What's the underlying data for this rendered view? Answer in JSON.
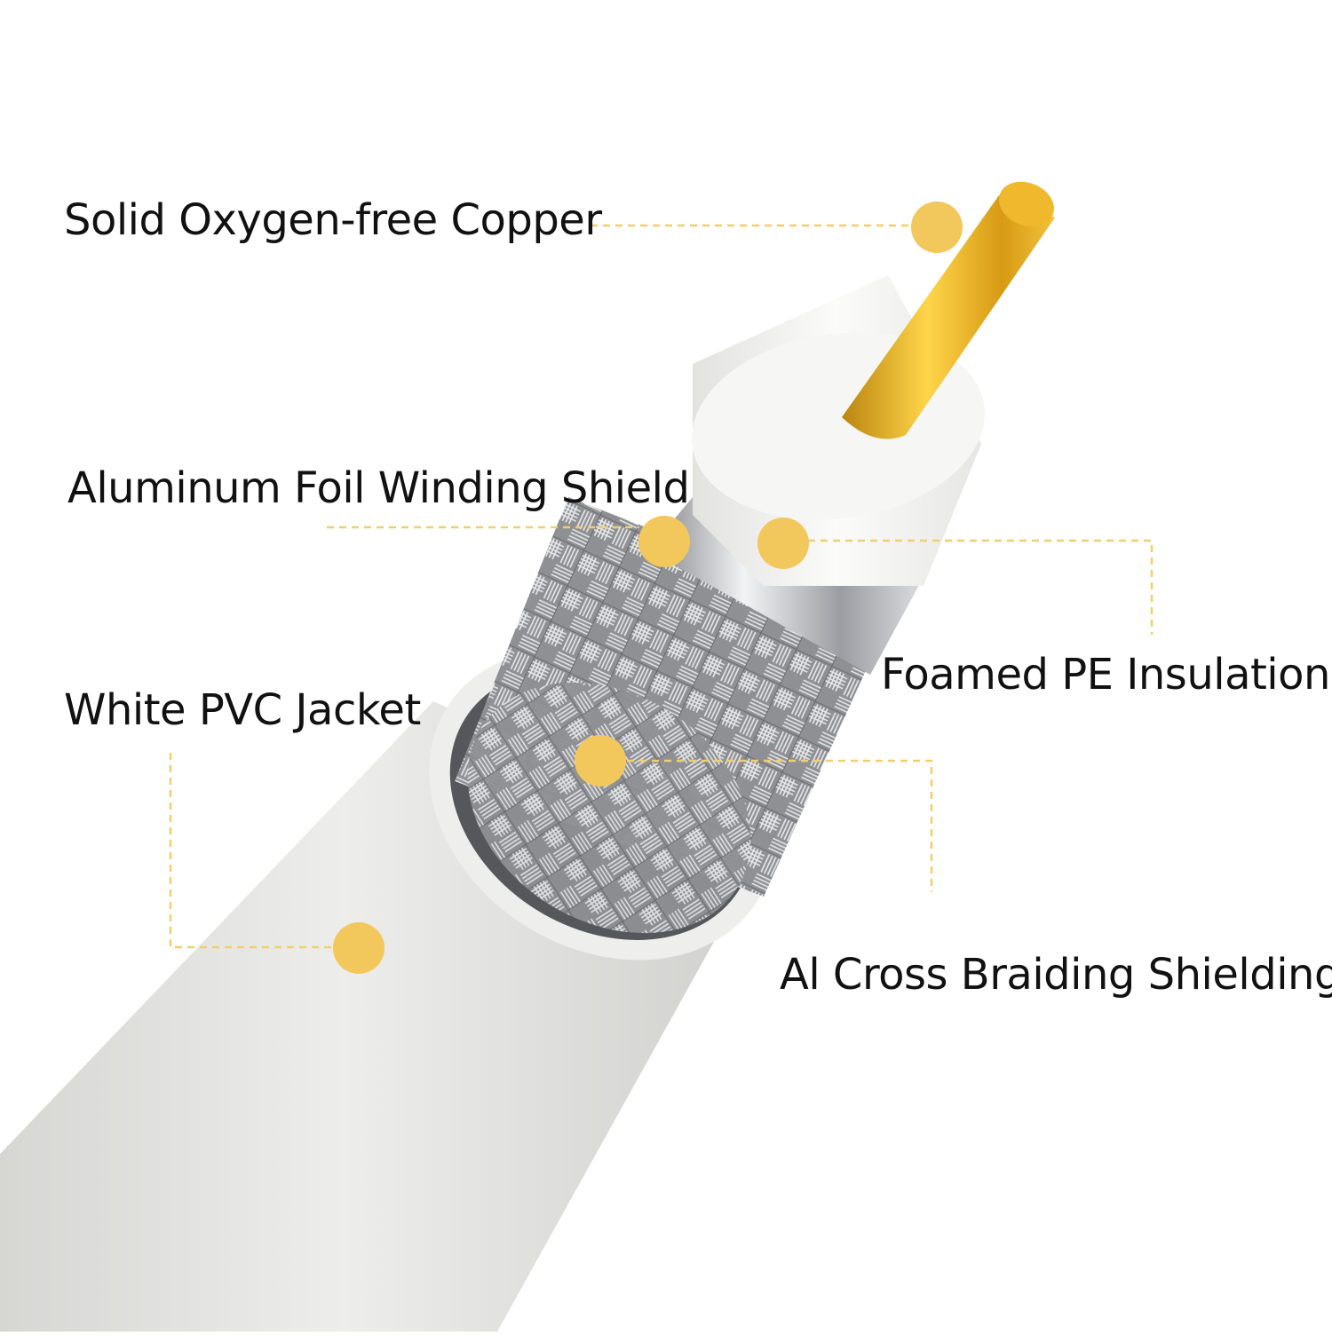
{
  "labels": {
    "copper": "Solid Oxygen-free Copper",
    "foil": "Aluminum Foil Winding Shield",
    "jacket": "White PVC Jacket",
    "pe_insulation": "Foamed PE Insulation",
    "braid": "Al Cross Braiding Shielding"
  },
  "colors": {
    "background": "#ffffff",
    "marker": "#f2c75c",
    "leader_line": "#f0cf6e",
    "jacket": "#e6e6e4",
    "braid": "#a9abaf",
    "foil": "#c9cbce",
    "pe_insulation": "#f3f3f1",
    "copper": "#e8b52c"
  }
}
